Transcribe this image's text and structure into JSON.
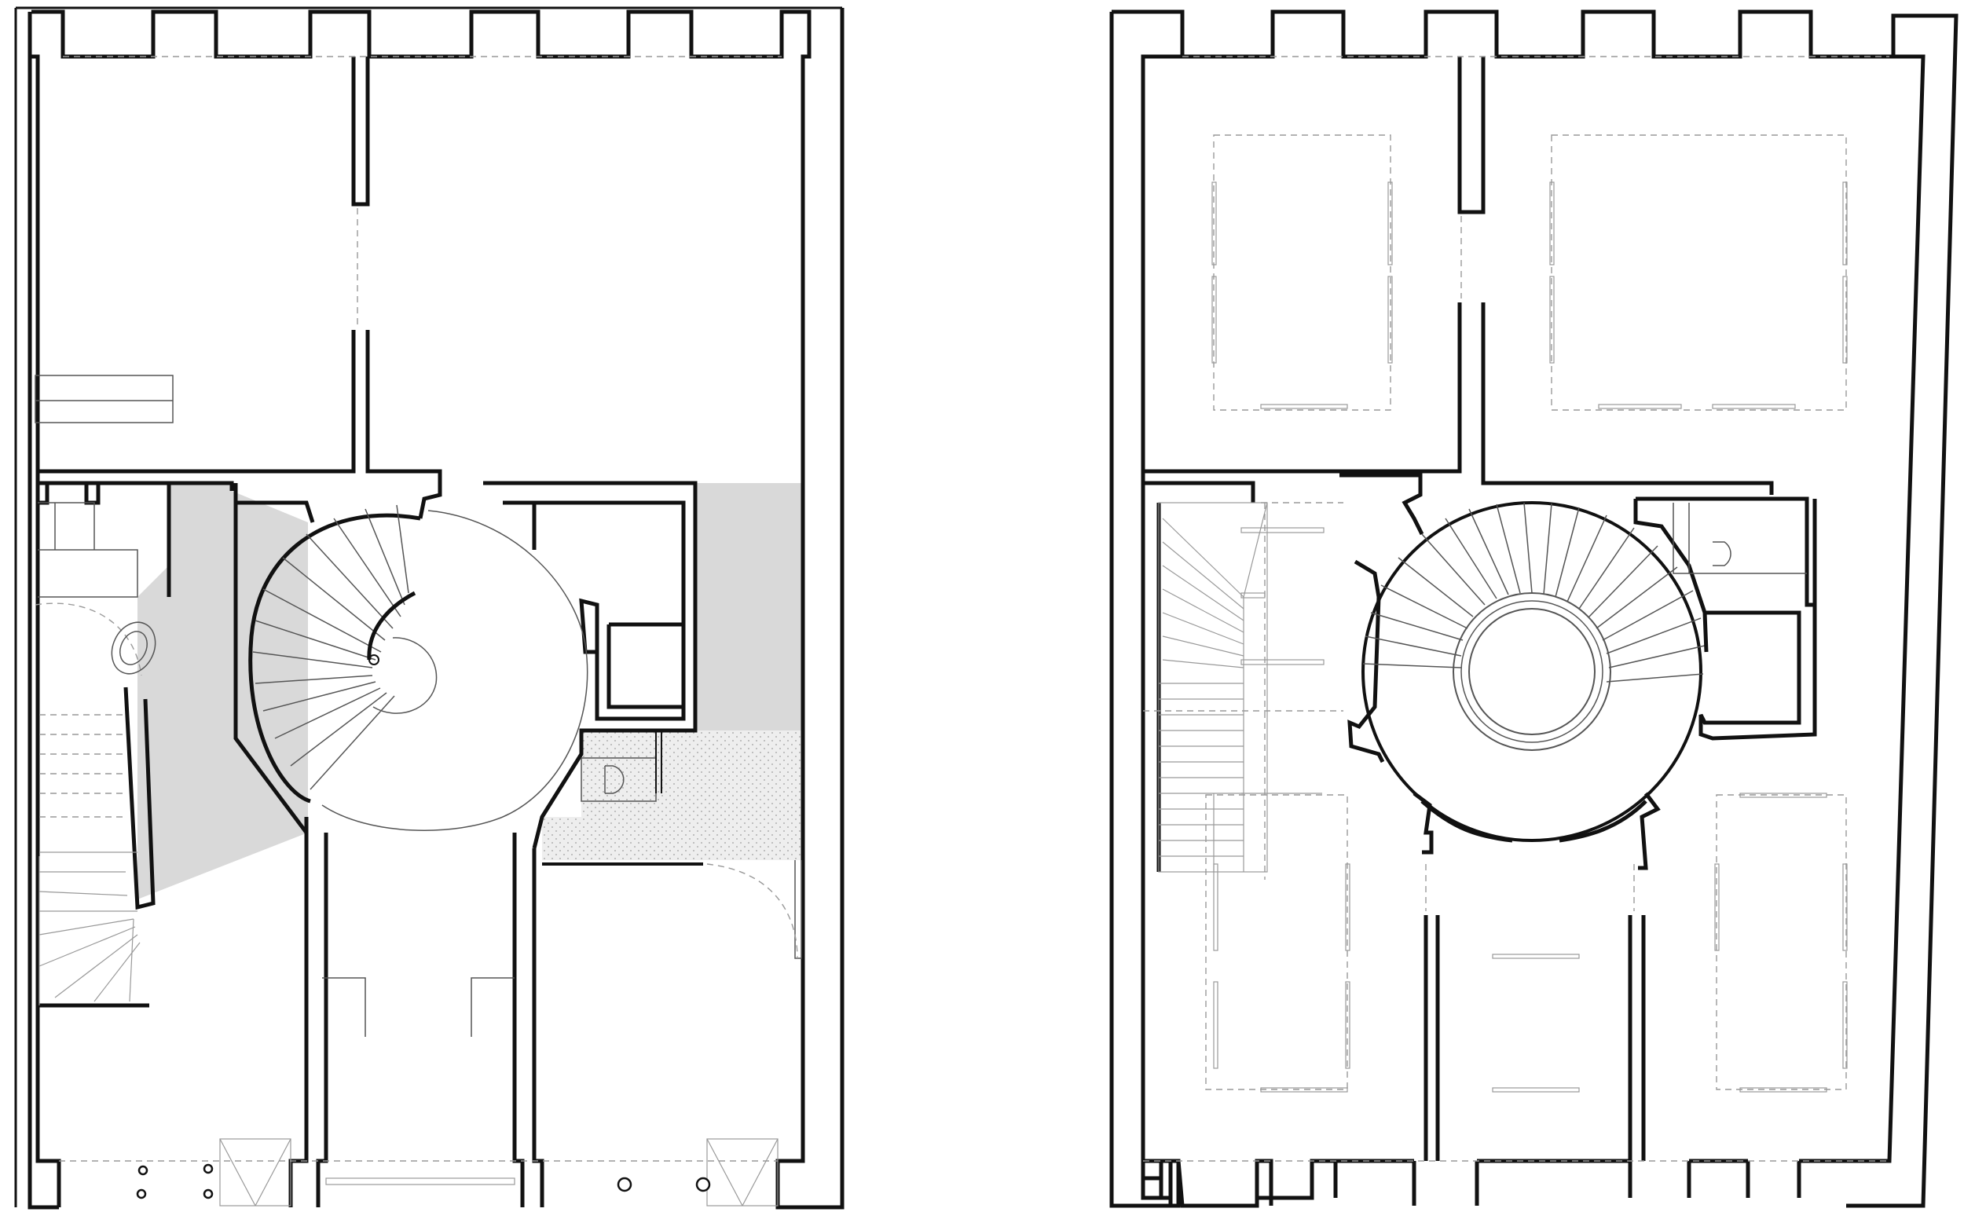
{
  "drawings": [
    {
      "id": "plan-left",
      "kind": "floor-plan"
    },
    {
      "id": "plan-right",
      "kind": "floor-plan"
    }
  ],
  "colors": {
    "wall": "#111111",
    "shaded_area": "#d9d9d9",
    "light_line": "#999999"
  }
}
